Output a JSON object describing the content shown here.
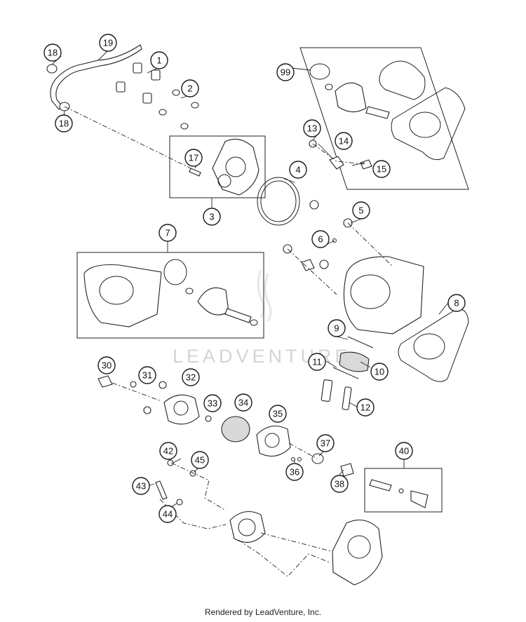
{
  "watermark": "LEADVENTURE",
  "footer": "Rendered by LeadVenture, Inc.",
  "callouts": {
    "c1": "1",
    "c2": "2",
    "c3": "3",
    "c4": "4",
    "c5": "5",
    "c6": "6",
    "c7": "7",
    "c8": "8",
    "c9": "9",
    "c10": "10",
    "c11": "11",
    "c12": "12",
    "c13": "13",
    "c14": "14",
    "c15": "15",
    "c17": "17",
    "c18a": "18",
    "c18b": "18",
    "c19": "19",
    "c30": "30",
    "c31": "31",
    "c32": "32",
    "c33": "33",
    "c34": "34",
    "c35": "35",
    "c36": "36",
    "c37": "37",
    "c38": "38",
    "c40": "40",
    "c42": "42",
    "c43": "43",
    "c44": "44",
    "c45": "45",
    "c99": "99"
  }
}
